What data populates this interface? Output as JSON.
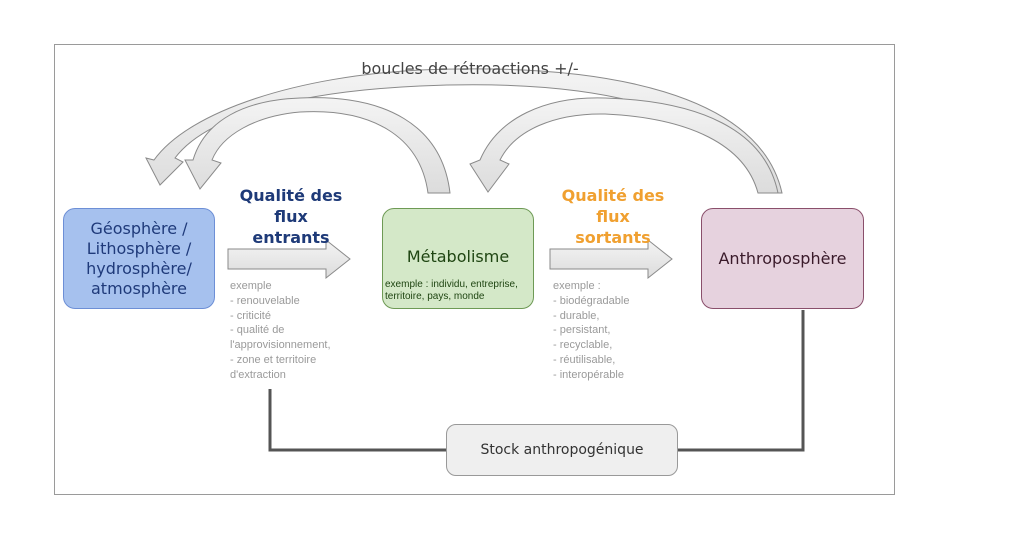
{
  "diagram": {
    "feedback_label": "boucles de rétroactions +/-",
    "boxes": {
      "geosphere": [
        "Géosphère /",
        "Lithosphère /",
        "hydrosphère/",
        "atmosphère"
      ],
      "metabolism": {
        "title": "Métabolisme",
        "example_lines": [
          "exemple : individu, entreprise,",
          "territoire, pays, monde"
        ]
      },
      "anthroposphere": "Anthroposphère",
      "stock": "Stock anthropogénique"
    },
    "incoming": {
      "title_lines": [
        "Qualité des",
        "flux",
        "entrants"
      ],
      "examples": [
        "exemple",
        "- renouvelable",
        "- criticité",
        "- qualité de",
        "l'approvisionnement,",
        "- zone et territoire",
        "d'extraction"
      ]
    },
    "outgoing": {
      "title_lines": [
        "Qualité des",
        "flux",
        "sortants"
      ],
      "examples": [
        "exemple :",
        " - biodégradable",
        " - durable,",
        "- persistant,",
        "- recyclable,",
        "- réutilisable,",
        "- interopérable"
      ]
    },
    "colors": {
      "geosphere_fill": "#a6c1ee",
      "metabolism_fill": "#d4e8c8",
      "anthroposphere_fill": "#e6d2de",
      "incoming_title": "#1e3a78",
      "outgoing_title": "#f0a030"
    }
  }
}
